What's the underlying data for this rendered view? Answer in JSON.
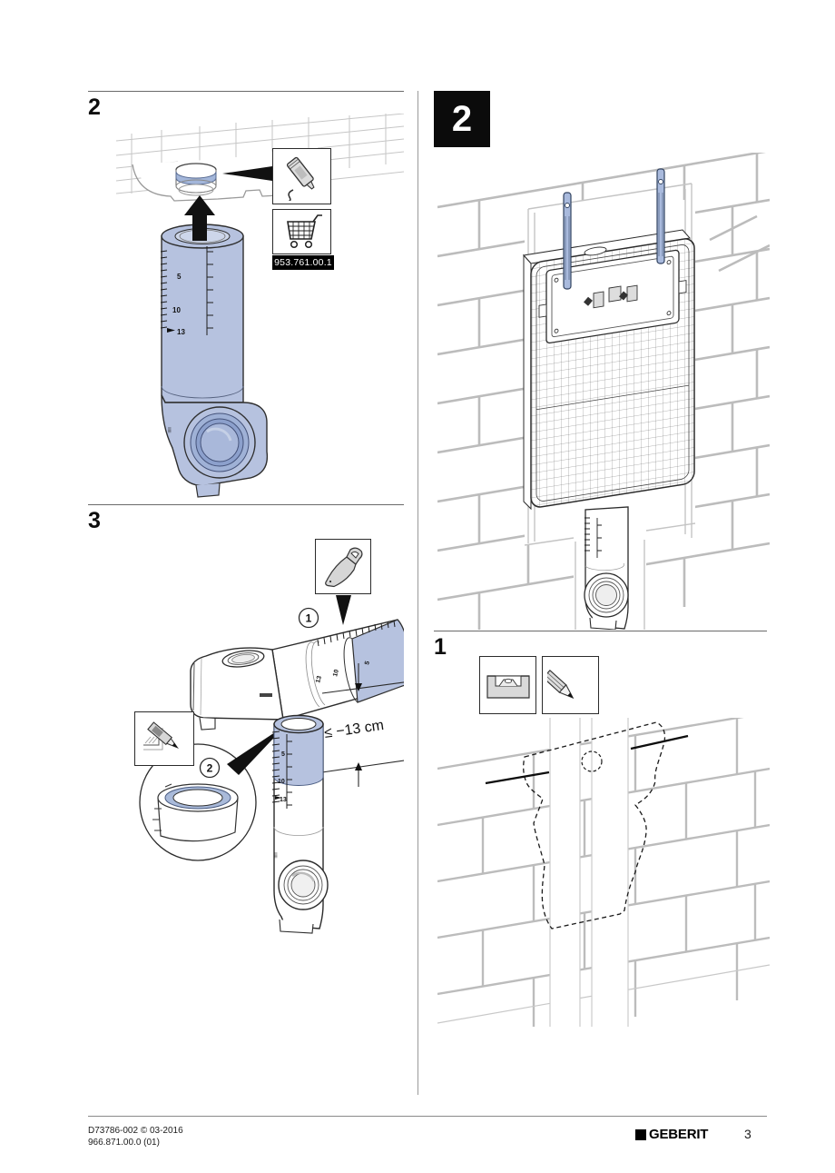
{
  "footer": {
    "doc_code": "D73786-002 © 03-2016",
    "doc_version": "966.871.00.0 (01)",
    "brand": "GEBERIT",
    "page_number": "3"
  },
  "left_column": {
    "step_2": {
      "number": "2",
      "shop_part_number": "953.761.00.1",
      "scale_marks": {
        "m5": "5",
        "m10": "10",
        "m13": "13"
      },
      "icons": [
        "lubricant-tube-icon",
        "shopping-cart-icon",
        "up-arrow-icon"
      ]
    },
    "step_3": {
      "number": "3",
      "callout_1": "1",
      "callout_2": "2",
      "cut_dimension": "≤ −13 cm",
      "scale_marks": {
        "m5": "5",
        "m10": "10",
        "m13": "13"
      },
      "icons": [
        "handsaw-icon",
        "utility-knife-icon",
        "magnifier-detail"
      ]
    }
  },
  "right_column": {
    "phase_2": {
      "number": "2",
      "description_icons": [
        "concealed-cistern-in-brick-wall"
      ]
    },
    "step_1": {
      "number": "1",
      "icons": [
        "spirit-level-icon",
        "pencil-icon"
      ]
    }
  }
}
